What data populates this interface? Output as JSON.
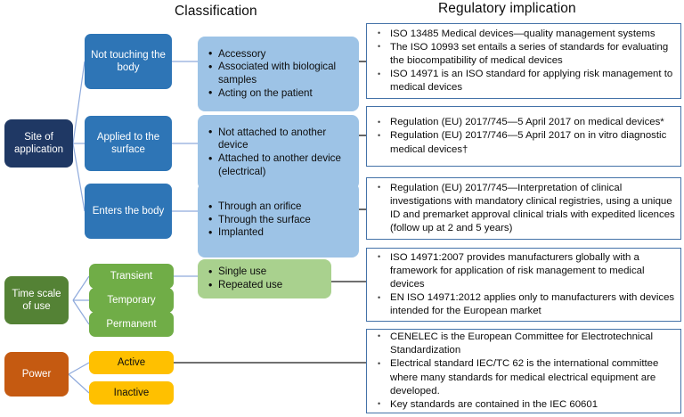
{
  "headers": {
    "classification": "Classification",
    "regulatory": "Regulatory implication"
  },
  "colors": {
    "root_navy": "#1F3864",
    "branch_blue": "#2E75B6",
    "class_blue": "#9DC3E6",
    "root_green": "#548235",
    "branch_green": "#70AD47",
    "class_green": "#A9D18E",
    "root_orange": "#C55A11",
    "branch_yellow": "#FFC000",
    "regbox_border": "#4472A8",
    "connector_thin": "#8FAADC",
    "connector_dark": "#404040"
  },
  "roots": [
    {
      "id": "site-of-application",
      "label": "Site of application"
    },
    {
      "id": "time-scale-of-use",
      "label": "Time scale of use"
    },
    {
      "id": "power",
      "label": "Power"
    }
  ],
  "branches": [
    {
      "id": "not-touching-the-body",
      "label": "Not touching the body"
    },
    {
      "id": "applied-to-the-surface",
      "label": "Applied to the surface"
    },
    {
      "id": "enters-the-body",
      "label": "Enters the body"
    },
    {
      "id": "transient",
      "label": "Transient"
    },
    {
      "id": "temporary",
      "label": "Temporary"
    },
    {
      "id": "permanent",
      "label": "Permanent"
    },
    {
      "id": "active",
      "label": "Active"
    },
    {
      "id": "inactive",
      "label": "Inactive"
    }
  ],
  "classification": [
    {
      "id": "class-not-touching",
      "items": [
        "Accessory",
        "Associated with biological samples",
        "Acting on the patient"
      ]
    },
    {
      "id": "class-applied-surface",
      "items": [
        "Not attached to another device",
        "Attached to another device (electrical)"
      ]
    },
    {
      "id": "class-enters-body",
      "items": [
        "Through an orifice",
        "Through the surface",
        "Implanted"
      ]
    },
    {
      "id": "class-transient",
      "items": [
        "Single use",
        "Repeated use"
      ]
    }
  ],
  "regulatory": [
    {
      "id": "reg-not-touching",
      "items": [
        "ISO 13485 Medical devices—quality management systems",
        "The ISO 10993 set entails a series of standards for evaluating the biocompatibility of medical devices",
        "ISO 14971 is an ISO standard for applying risk management to medical devices"
      ]
    },
    {
      "id": "reg-applied-surface",
      "items": [
        "Regulation (EU) 2017/745—5 April 2017 on medical devices*",
        "Regulation (EU) 2017/746—5 April 2017 on in vitro diagnostic medical devices†"
      ]
    },
    {
      "id": "reg-enters-body",
      "items": [
        "Regulation (EU) 2017/745—Interpretation of clinical investigations with mandatory clinical registries, using a unique ID and premarket approval clinical trials with expedited licences (follow up at 2 and 5 years)"
      ]
    },
    {
      "id": "reg-transient",
      "items": [
        "ISO 14971:2007 provides manufacturers globally with a framework for application of risk management to medical devices",
        "EN ISO 14971:2012 applies only to manufacturers with devices intended for the European market"
      ]
    },
    {
      "id": "reg-active",
      "items": [
        "CENELEC is the European Committee for Electrotechnical Standardization",
        "Electrical standard IEC/TC 62 is  the international committee where many standards for medical electrical equipment are developed.",
        "Key standards are contained in the IEC 60601"
      ]
    }
  ]
}
